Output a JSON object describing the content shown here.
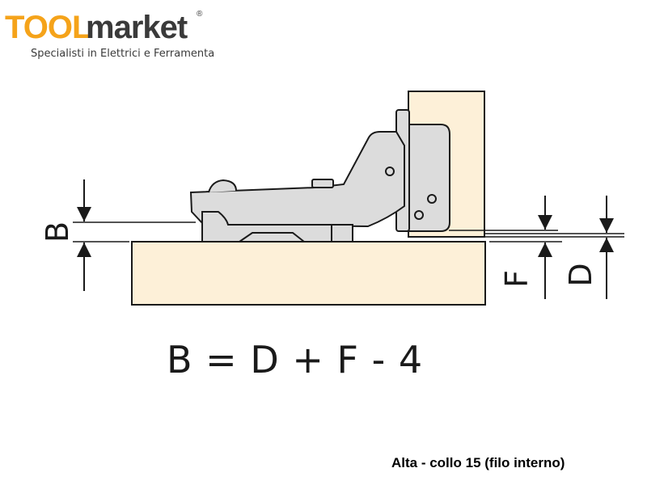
{
  "logo": {
    "brand_part1": "TOOL",
    "brand_part2": "market",
    "registered": "®",
    "tagline": "Specialisti in Elettrici e Ferramenta",
    "colors": {
      "accent": "#f5a31a",
      "text": "#3a3a3a"
    }
  },
  "diagram": {
    "labels": {
      "b": "B",
      "f": "F",
      "d": "D"
    },
    "formula": "B = D + F - 4",
    "colors": {
      "wood": "#fdf0d8",
      "metal": "#dcdcdc",
      "outline": "#1a1a1a"
    }
  },
  "caption": "Alta - collo 15 (filo interno)"
}
